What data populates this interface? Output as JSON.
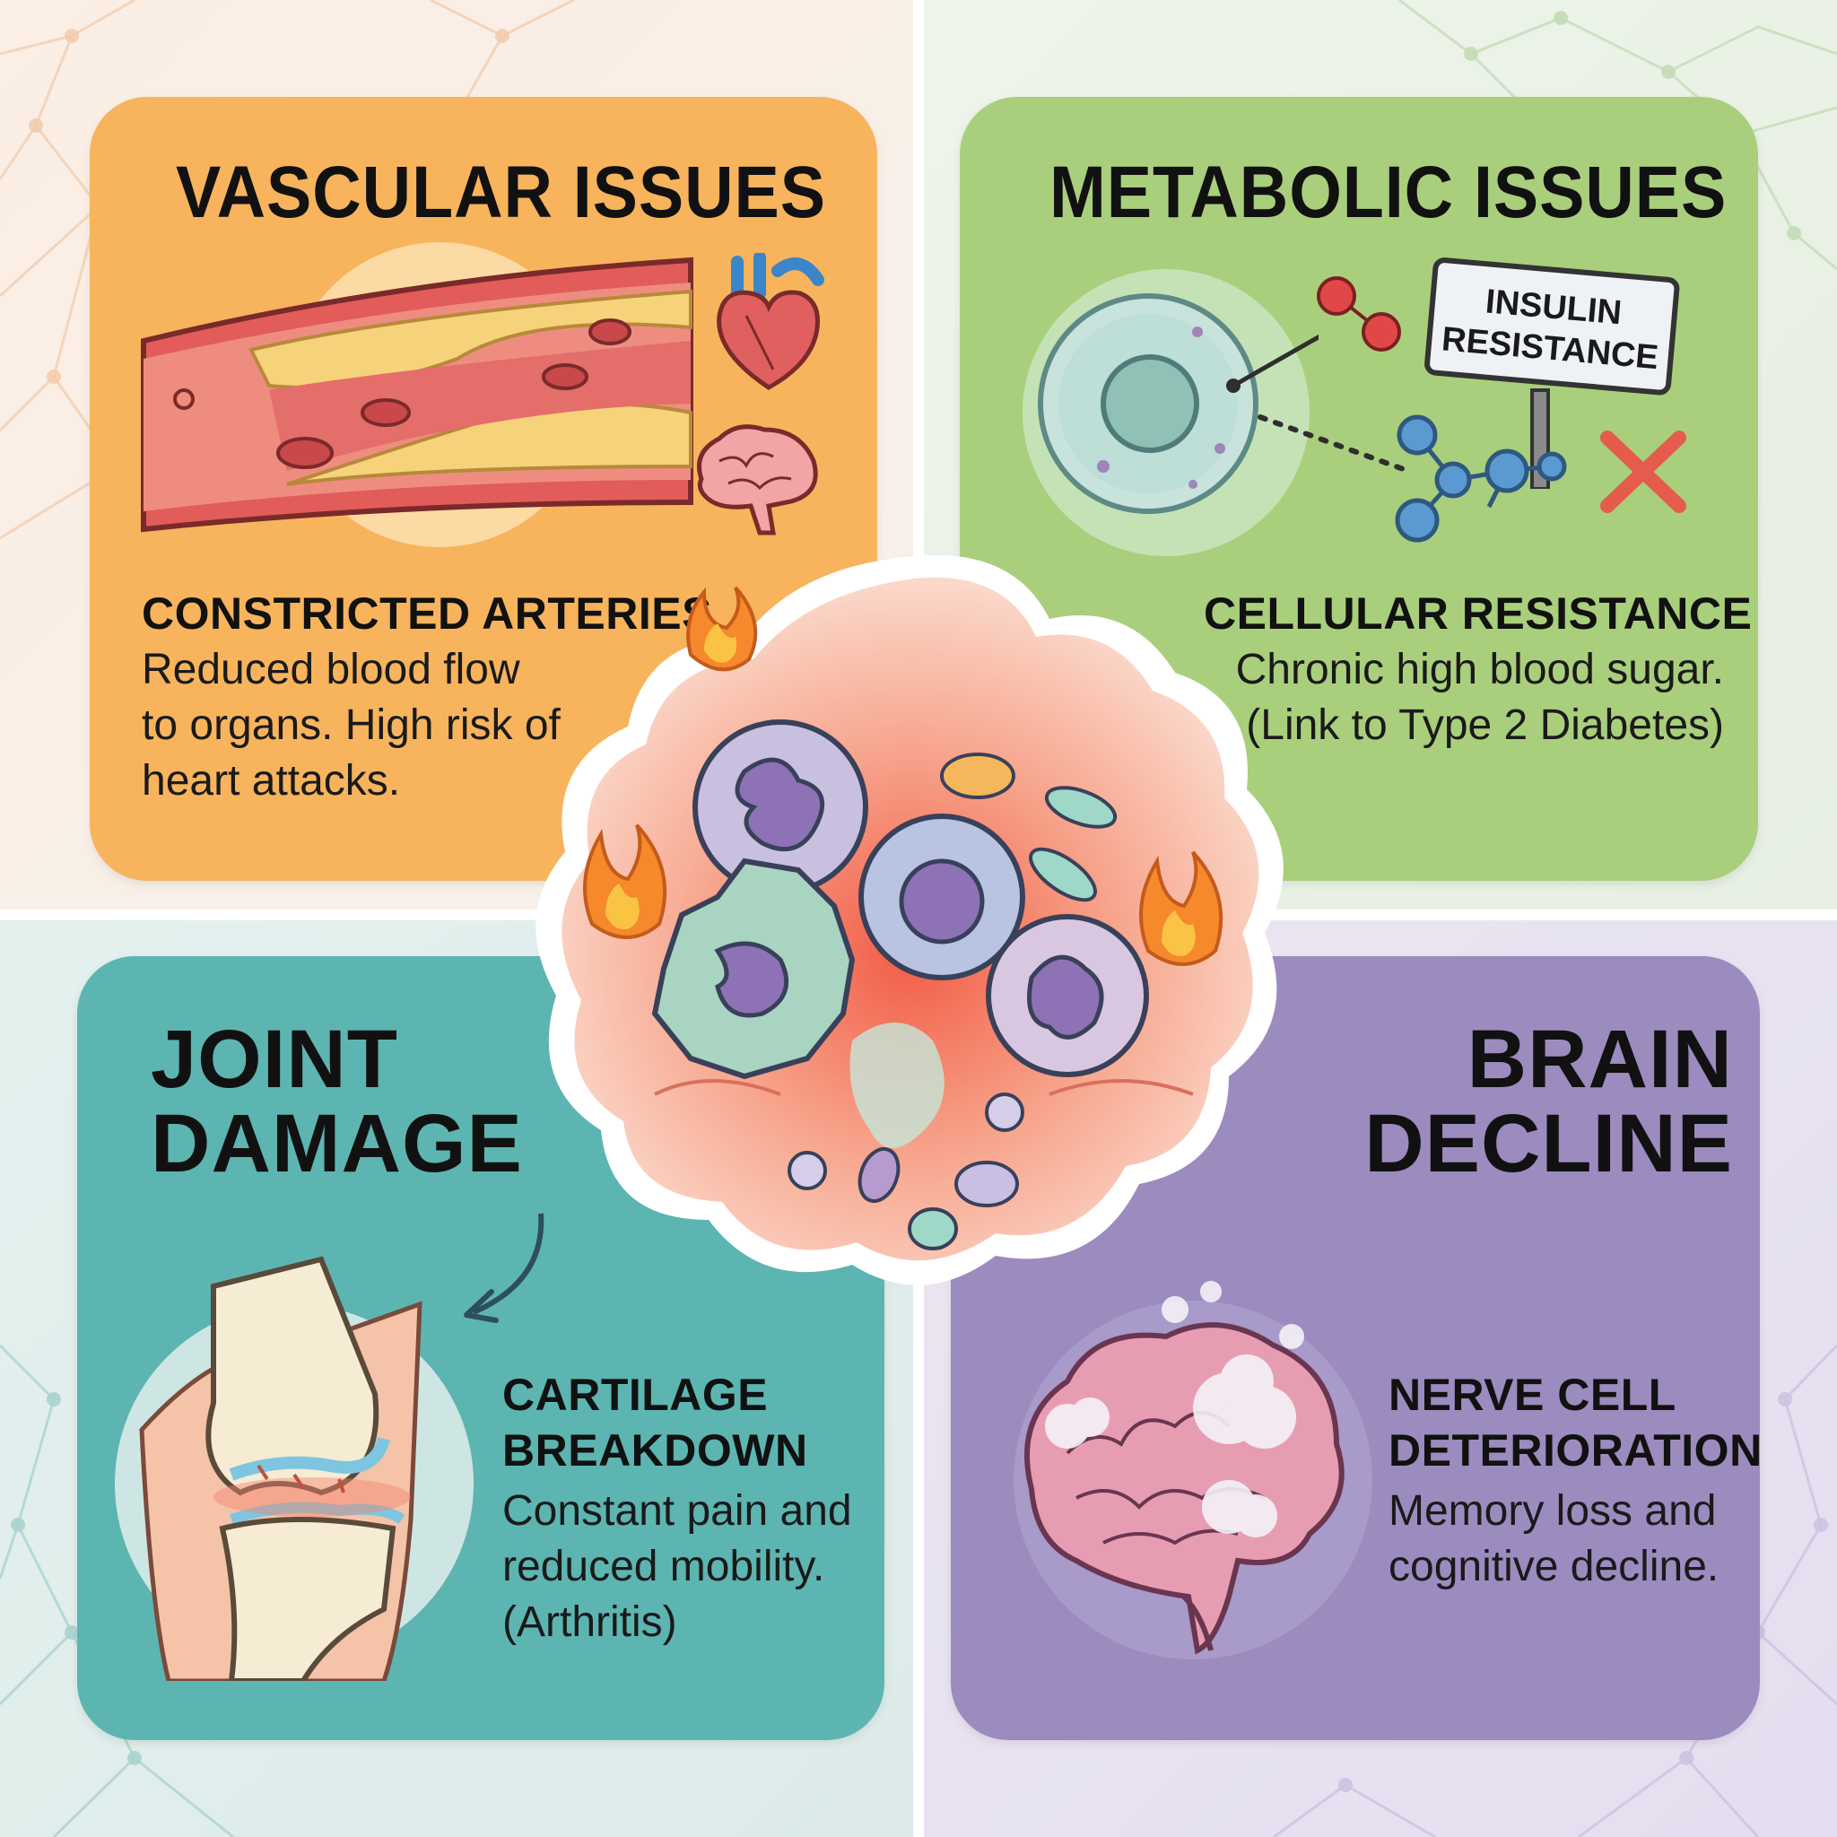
{
  "colors": {
    "vascular": "#f7b45d",
    "metabolic": "#a9cf7c",
    "joint": "#5db5b1",
    "brain": "#9c8bbf",
    "inflammation": "#f4826a"
  },
  "vascular": {
    "title": "VASCULAR ISSUES",
    "subtitle": "CONSTRICTED ARTERIES",
    "description": "Reduced blood flow to organs. High risk of heart attacks.",
    "icons": [
      "artery-plaque-icon",
      "heart-icon",
      "brain-icon"
    ]
  },
  "metabolic": {
    "title": "METABOLIC ISSUES",
    "subtitle": "CELLULAR RESISTANCE",
    "description": "Chronic high blood sugar. (Link to Type 2 Diabetes)",
    "sign": {
      "line1": "INSULIN",
      "line2": "RESISTANCE"
    },
    "icons": [
      "cell-icon",
      "molecule-icon",
      "cross-icon"
    ]
  },
  "joint": {
    "title": "JOINT DAMAGE",
    "subtitle": "CARTILAGE BREAKDOWN",
    "description": "Constant pain and reduced mobility. (Arthritis)",
    "icons": [
      "knee-joint-icon",
      "arrow-icon"
    ]
  },
  "brain": {
    "title": "BRAIN DECLINE",
    "subtitle": "NERVE CELL DETERIORATION",
    "description": "Memory loss and cognitive decline.",
    "icons": [
      "brain-fog-icon"
    ]
  },
  "center": {
    "icons": [
      "inflammation-cluster-icon",
      "flame-icon",
      "immune-cell-icon"
    ]
  }
}
